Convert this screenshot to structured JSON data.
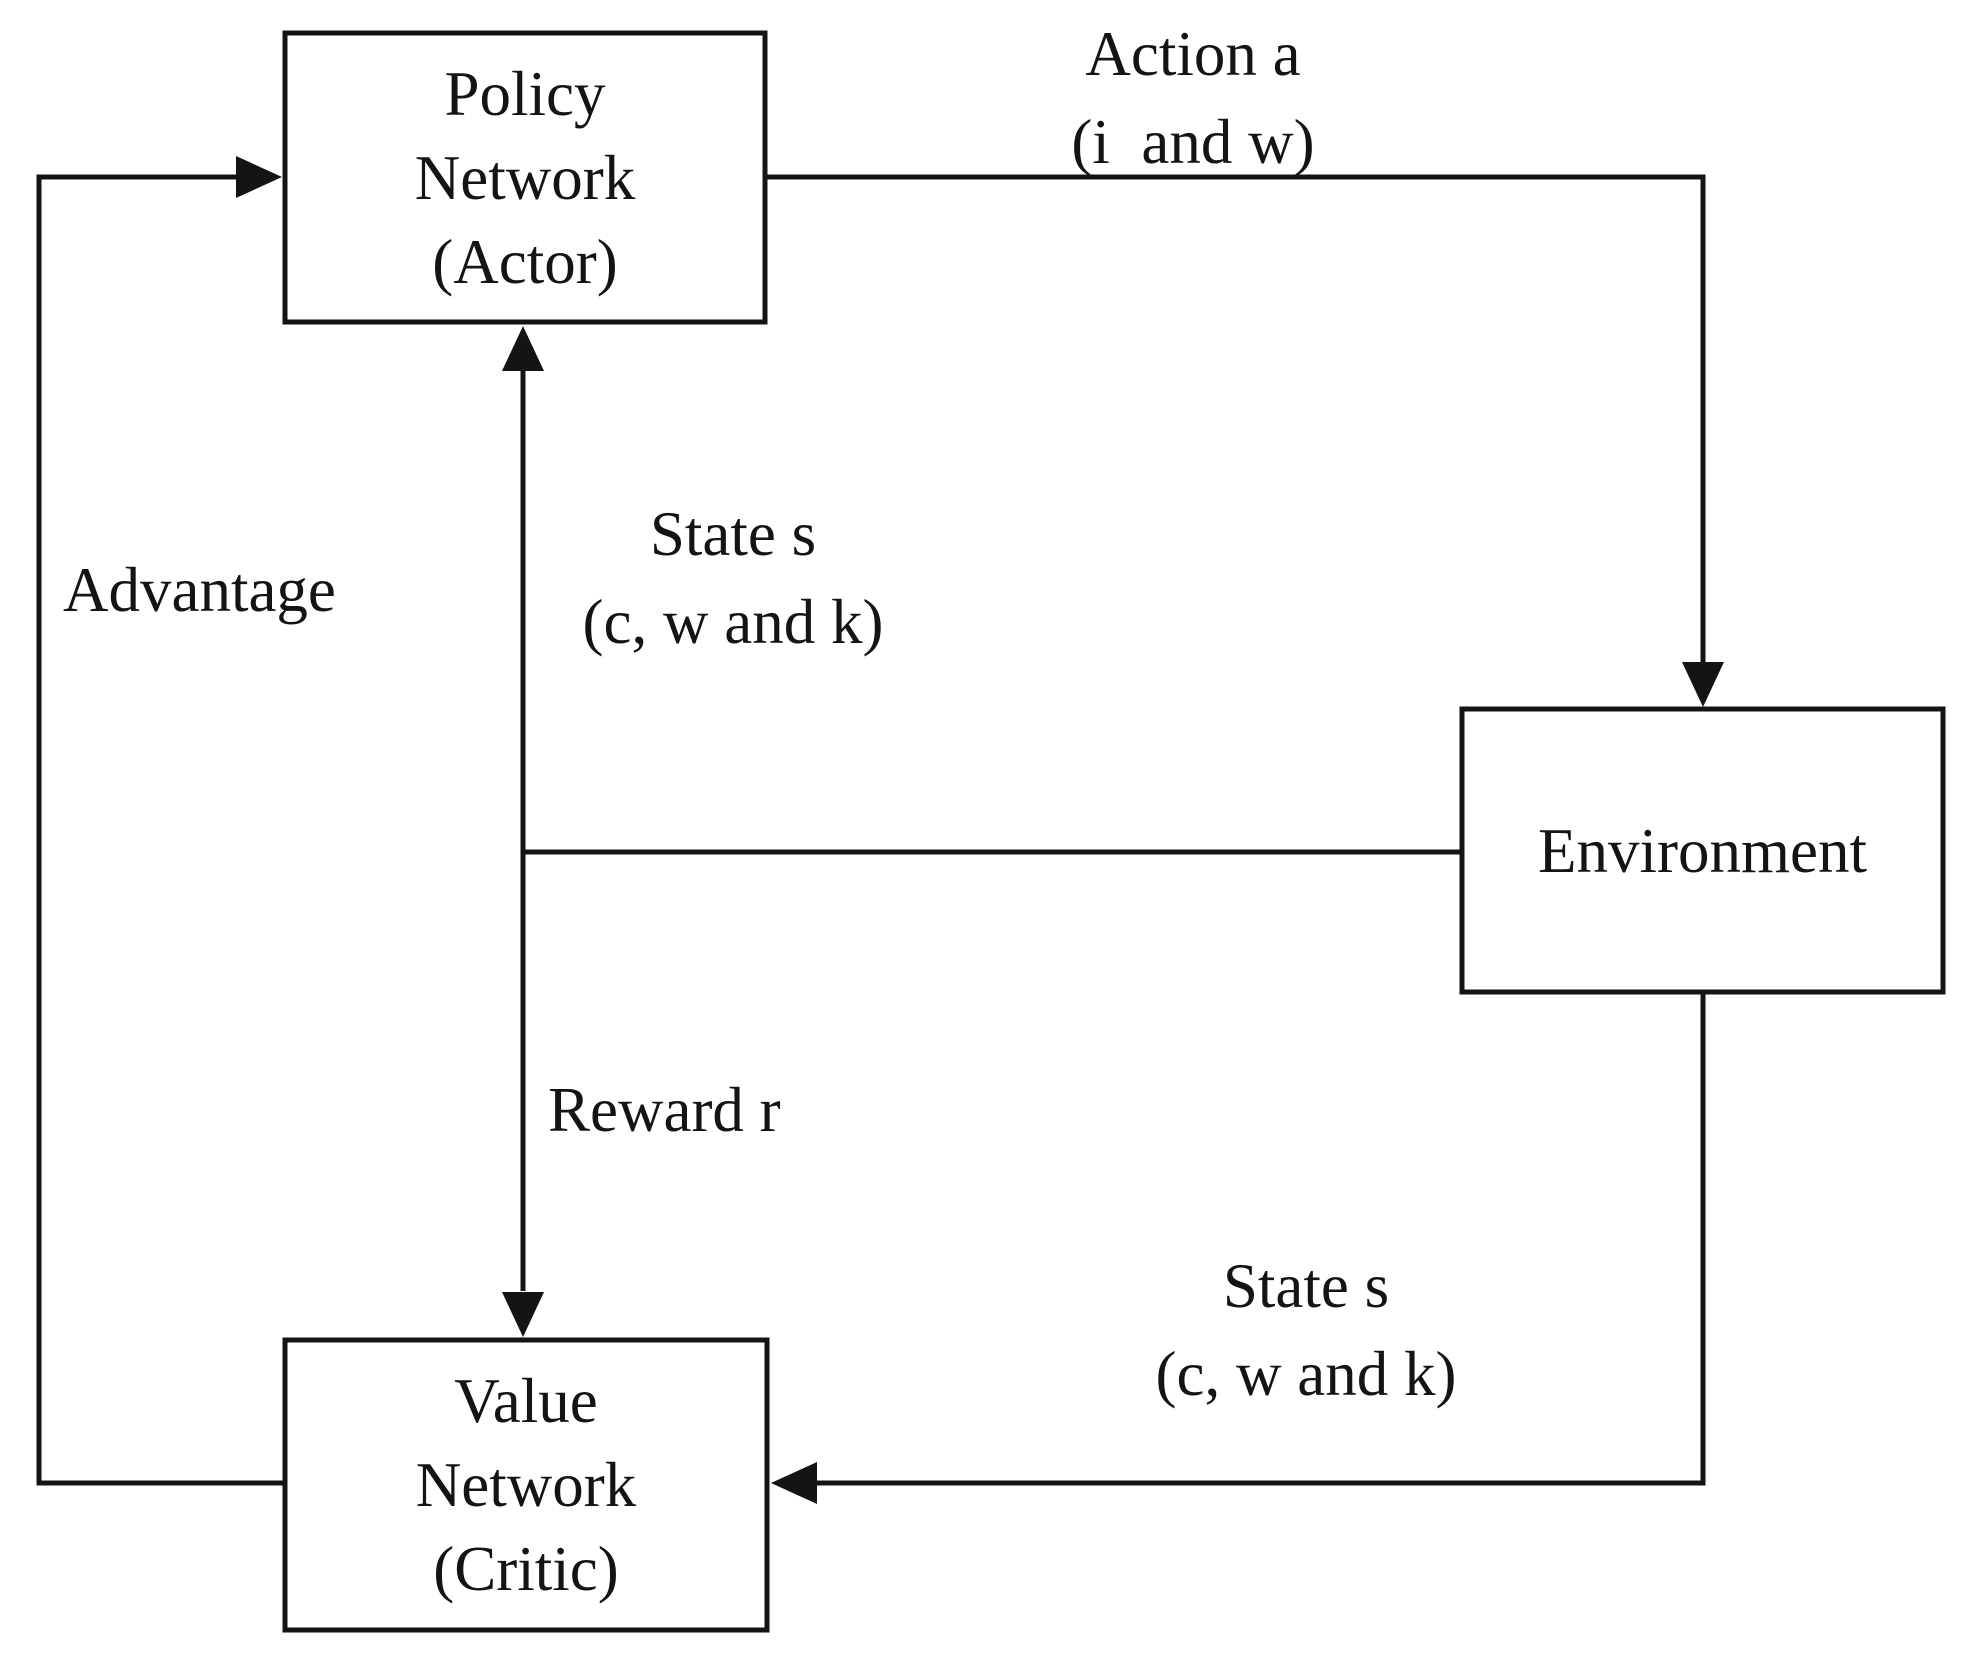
{
  "diagram": {
    "title": "Actor-Critic reinforcement learning loop",
    "background_color": "#ffffff",
    "stroke_color": "#141414",
    "nodes": [
      {
        "id": "policy-network",
        "lines": [
          "Policy",
          "Network",
          "(Actor)"
        ]
      },
      {
        "id": "environment",
        "lines": [
          "Environment"
        ]
      },
      {
        "id": "value-network",
        "lines": [
          "Value",
          "Network",
          "(Critic)"
        ]
      }
    ],
    "edges": [
      {
        "id": "action",
        "from": "policy-network",
        "to": "environment",
        "label_lines": [
          "Action a",
          "(i  and w)"
        ]
      },
      {
        "id": "state-to-policy",
        "from": "environment",
        "to": "policy-network",
        "label_lines": [
          "State s",
          "(c, w and k)"
        ]
      },
      {
        "id": "reward",
        "from": "environment",
        "to": "value-network",
        "label_lines": [
          "Reward r"
        ]
      },
      {
        "id": "state-to-value",
        "from": "environment",
        "to": "value-network",
        "label_lines": [
          "State s",
          "(c, w and k)"
        ]
      },
      {
        "id": "advantage",
        "from": "value-network",
        "to": "policy-network",
        "label_lines": [
          "Advantage"
        ]
      }
    ]
  }
}
